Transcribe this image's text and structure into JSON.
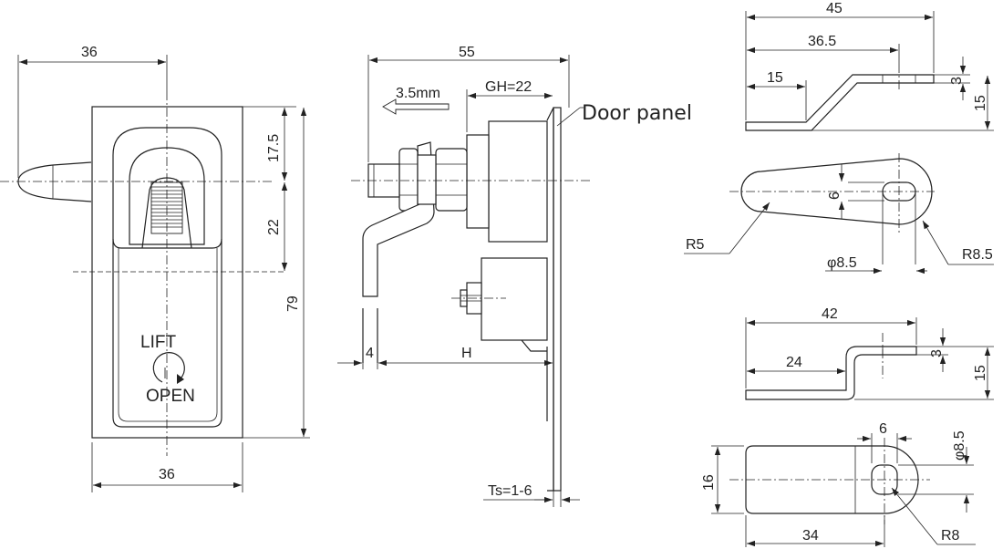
{
  "front_view": {
    "dim_width_top": "36",
    "dim_width_bottom": "36",
    "dim_upper": "17.5",
    "dim_lower": "22",
    "dim_height": "79",
    "label_lift": "LIFT",
    "label_open": "OPEN"
  },
  "side_view": {
    "dim_total": "55",
    "dim_gh": "GH=22",
    "dim_stroke": "3.5mm",
    "label_door_panel": "Door panel",
    "dim_thickness": "4",
    "dim_h": "H",
    "dim_ts": "Ts=1-6"
  },
  "cam_a_side": {
    "dim_overall": "45",
    "dim_hole": "36.5",
    "dim_flat": "15",
    "dim_thick": "3",
    "dim_height": "15"
  },
  "cam_a_top": {
    "dim_slot": "6",
    "dim_r_small": "R5",
    "dim_r_large": "R8.5",
    "dim_dia": "φ8.5"
  },
  "cam_b_side": {
    "dim_overall": "42",
    "dim_flat": "24",
    "dim_thick": "3",
    "dim_height": "15"
  },
  "cam_b_top": {
    "dim_slot": "6",
    "dim_dia": "φ8.5",
    "dim_width": "16",
    "dim_length": "34",
    "dim_radius": "R8"
  }
}
